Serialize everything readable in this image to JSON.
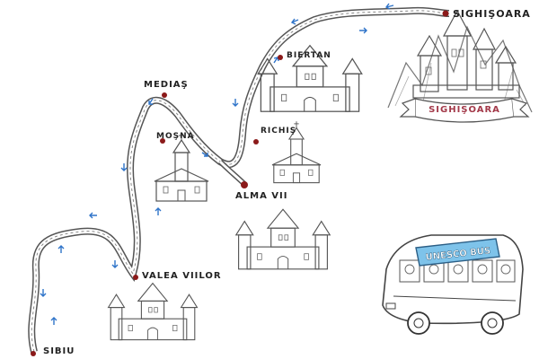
{
  "towns": [
    {
      "id": "sighisoara",
      "label": "SIGHIŞOARA"
    },
    {
      "id": "biertan",
      "label": "BIERTAN"
    },
    {
      "id": "medias",
      "label": "MEDIAŞ"
    },
    {
      "id": "mosna",
      "label": "MOŞNA"
    },
    {
      "id": "richis",
      "label": "RICHIŞ"
    },
    {
      "id": "alma-vii",
      "label": "ALMA VII"
    },
    {
      "id": "valea-viilor",
      "label": "VALEA VIILOR"
    },
    {
      "id": "sibiu",
      "label": "SIBIU"
    }
  ],
  "sighisoara_banner": "SIGHIŞOARA",
  "bus_sign": "UNESCO BUS",
  "colors": {
    "route_arrow": "#2f74c9",
    "town_dot": "#8b1a1a",
    "banner_text": "#a33a4a",
    "bus_sign_fill": "#7ec3ea",
    "ink": "#333333"
  }
}
